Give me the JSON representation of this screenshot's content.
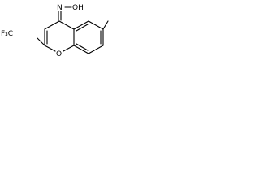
{
  "molecule": {
    "atoms": {
      "oxime_n": "N",
      "oxime_oh": "OH",
      "ring_o": "O",
      "cf3_carbon": "F₃C"
    },
    "colors": {
      "ink": "#000000",
      "background": "#ffffff"
    }
  }
}
